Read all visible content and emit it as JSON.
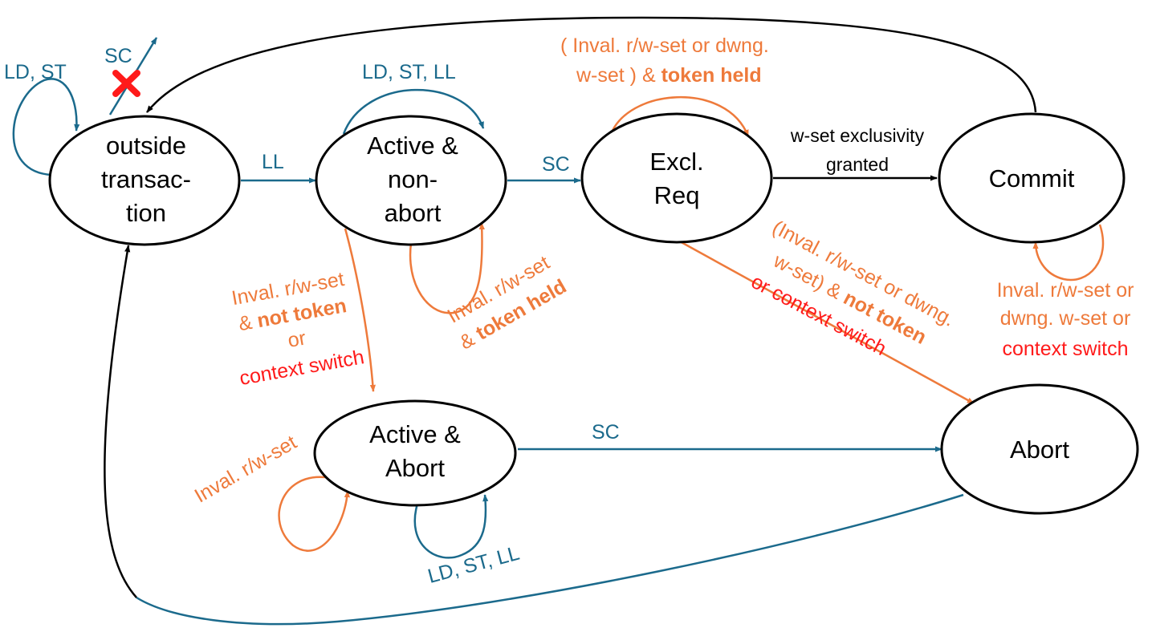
{
  "colors": {
    "blue": "#1b6a8c",
    "orange": "#ee7a3b",
    "red": "#ff1a1a",
    "black": "#000000"
  },
  "states": {
    "outside": [
      "outside",
      "transac-",
      "tion"
    ],
    "active_nonabort": [
      "Active &",
      "non-",
      "abort"
    ],
    "excl_req": [
      "Excl.",
      "Req"
    ],
    "commit": [
      "Commit"
    ],
    "active_abort": [
      "Active &",
      "Abort"
    ],
    "abort": [
      "Abort"
    ]
  },
  "labels": {
    "outside_self": "LD, ST",
    "outside_sc": "SC",
    "outside_to_active": "LL",
    "active_self_top": "LD, ST, LL",
    "active_to_excl": "SC",
    "active_self_bottom": {
      "line1": "Inval. r/w-set",
      "line2_pre": "& ",
      "line2_bold": "token held"
    },
    "active_to_abortstate": {
      "line1": "Inval. r/w-set",
      "line2_pre": "& ",
      "line2_bold": "not token",
      "line3": "or",
      "line4": "context switch"
    },
    "excl_self": {
      "line1": "( Inval. r/w-set or dwng.",
      "line2_pre": "w-set ) & ",
      "line2_bold": "token held"
    },
    "excl_to_commit": [
      "w-set exclusivity",
      "granted"
    ],
    "excl_to_abort": {
      "line1": "(Inval. r/w-set or dwng.",
      "line2_pre": "w-set) & ",
      "line2_bold": "not token",
      "line3": "or context switch"
    },
    "commit_self": {
      "line1": "Inval. r/w-set or",
      "line2": "dwng. w-set or",
      "line3": "context switch"
    },
    "aborting_to_abort": "SC",
    "aborting_self_left": "Inval. r/w-set",
    "aborting_self_bottom": "LD, ST, LL"
  }
}
